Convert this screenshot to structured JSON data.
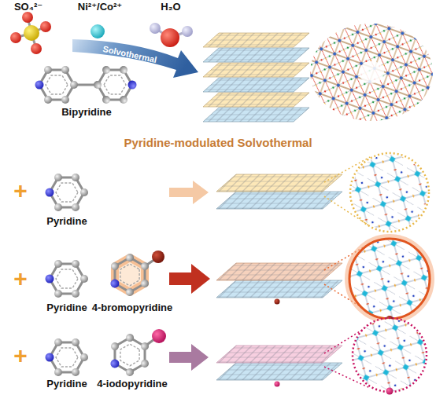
{
  "diagram": {
    "labels": [
      "SO₄²⁻",
      "Ni²⁺/Co²⁺",
      "H₂O",
      "Bipyridine",
      "Solvothermal",
      "Pyridine-modulated Solvothermal",
      "+",
      "Pyridine",
      "+",
      "Pyridine",
      "4-bromopyridine",
      "+",
      "Pyridine",
      "4-iodopyridine"
    ]
  }
}
